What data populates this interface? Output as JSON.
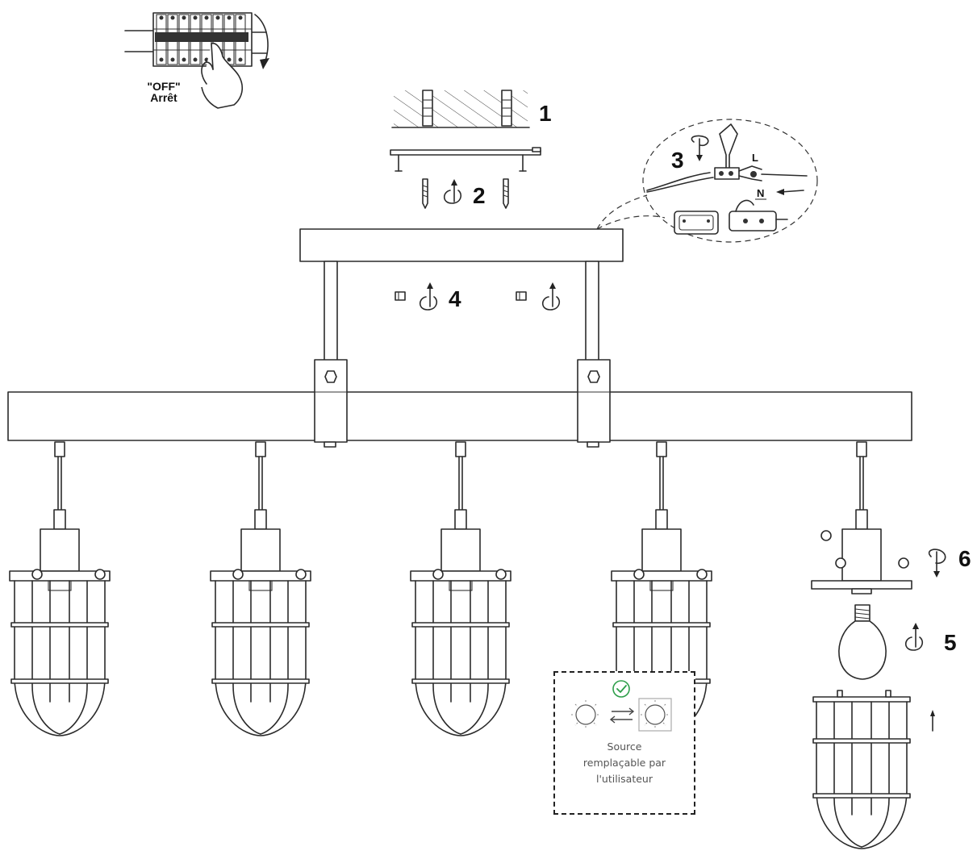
{
  "breaker": {
    "line1": "\"OFF\"",
    "line2": "Arrêt"
  },
  "steps": {
    "s1": "1",
    "s2": "2",
    "s3": "3",
    "s4": "4",
    "s5": "5",
    "s6": "6"
  },
  "wiring": {
    "live": "L",
    "neutral": "N"
  },
  "replaceable": {
    "line1": "Source",
    "line2": "remplaçable par",
    "line3": "l'utilisateur",
    "check_color": "#2e9e4a"
  },
  "icons": [
    "breaker-panel-icon",
    "rotate-arrow-icon",
    "screw-icon",
    "wall-plug-icon",
    "check-circle-icon",
    "bulb-icon",
    "swap-arrows-icon"
  ]
}
